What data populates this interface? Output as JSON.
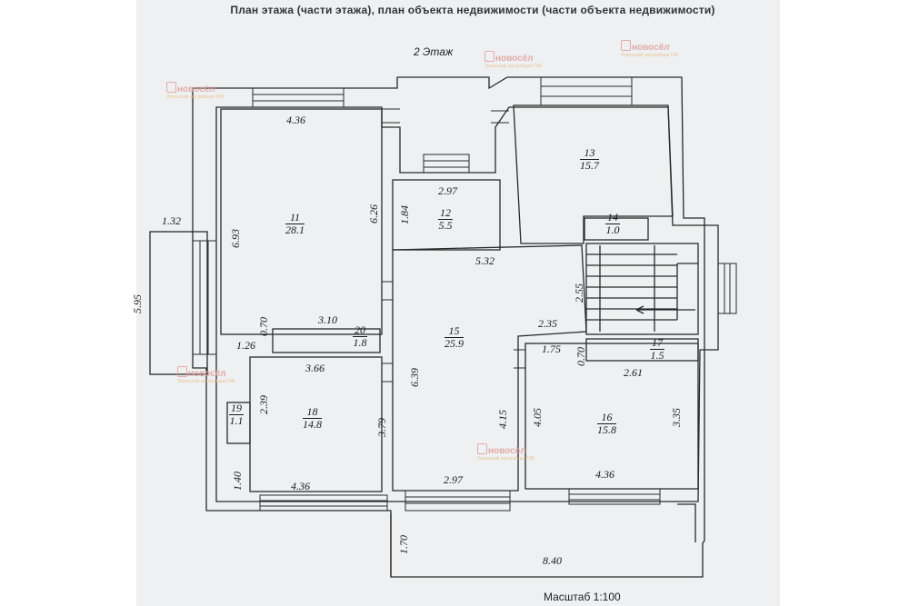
{
  "header": {
    "title": "План этажа (части этажа), план объекта недвижимости  (части объекта недвижимости)"
  },
  "floor_label": "2 Этаж",
  "scale_label": "Масштаб 1:100",
  "watermark": {
    "brand": "новосёл",
    "sub": "Уральский застройщик ГКБ"
  },
  "rooms": [
    {
      "id": "11",
      "number": "11",
      "area": "28.1"
    },
    {
      "id": "12",
      "number": "12",
      "area": "5.5"
    },
    {
      "id": "13",
      "number": "13",
      "area": "15.7"
    },
    {
      "id": "14",
      "number": "14",
      "area": "1.0"
    },
    {
      "id": "15",
      "number": "15",
      "area": "25.9"
    },
    {
      "id": "16",
      "number": "16",
      "area": "15.8"
    },
    {
      "id": "17",
      "number": "17",
      "area": "1.5"
    },
    {
      "id": "18",
      "number": "18",
      "area": "14.8"
    },
    {
      "id": "19",
      "number": "19",
      "area": "1.1"
    },
    {
      "id": "20",
      "number": "20",
      "area": "1.8"
    }
  ],
  "dimensions": {
    "d_436_top": "4.36",
    "d_132": "1.32",
    "d_693": "6.93",
    "d_626": "6.26",
    "d_184": "1.84",
    "d_297_top": "2.97",
    "d_532": "5.32",
    "d_255": "2.55",
    "d_595": "5.95",
    "d_070_left": "0.70",
    "d_310": "3.10",
    "d_126": "1.26",
    "d_235": "2.35",
    "d_175": "1.75",
    "d_070_right": "0.70",
    "d_261": "2.61",
    "d_366": "3.66",
    "d_639": "6.39",
    "d_239": "2.39",
    "d_379": "3.79",
    "d_415": "4.15",
    "d_405": "4.05",
    "d_335": "3.35",
    "d_140": "1.40",
    "d_436_bl": "4.36",
    "d_297_bot": "2.97",
    "d_436_br": "4.36",
    "d_170": "1.70",
    "d_840": "8.40"
  },
  "colors": {
    "wall": "#2a2a2a",
    "paper": "#eef0f1",
    "watermark": "#e3a3a3"
  }
}
